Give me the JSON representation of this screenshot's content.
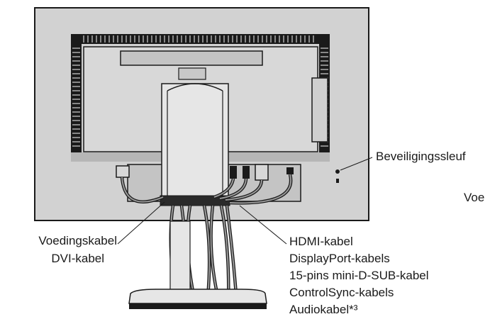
{
  "labels": {
    "security_slot": "Beveiligingssleuf",
    "cut_off": "Voe",
    "power_cable": "Voedingskabel",
    "dvi_cable": "DVI-kabel",
    "hdmi_cable": "HDMI-kabel",
    "displayport_cables": "DisplayPort-kabels",
    "mini_dsub_cable": "15-pins mini-D-SUB-kabel",
    "controlsync_cables": "ControlSync-kabels",
    "audio_cable": "Audiokabel*³"
  },
  "colors": {
    "monitor_body": "#d2d2d2",
    "stand": "#e6e6e6",
    "outline": "#1a1a1a",
    "vent": "#1a1a1a",
    "cable": "#b0b0b0"
  }
}
